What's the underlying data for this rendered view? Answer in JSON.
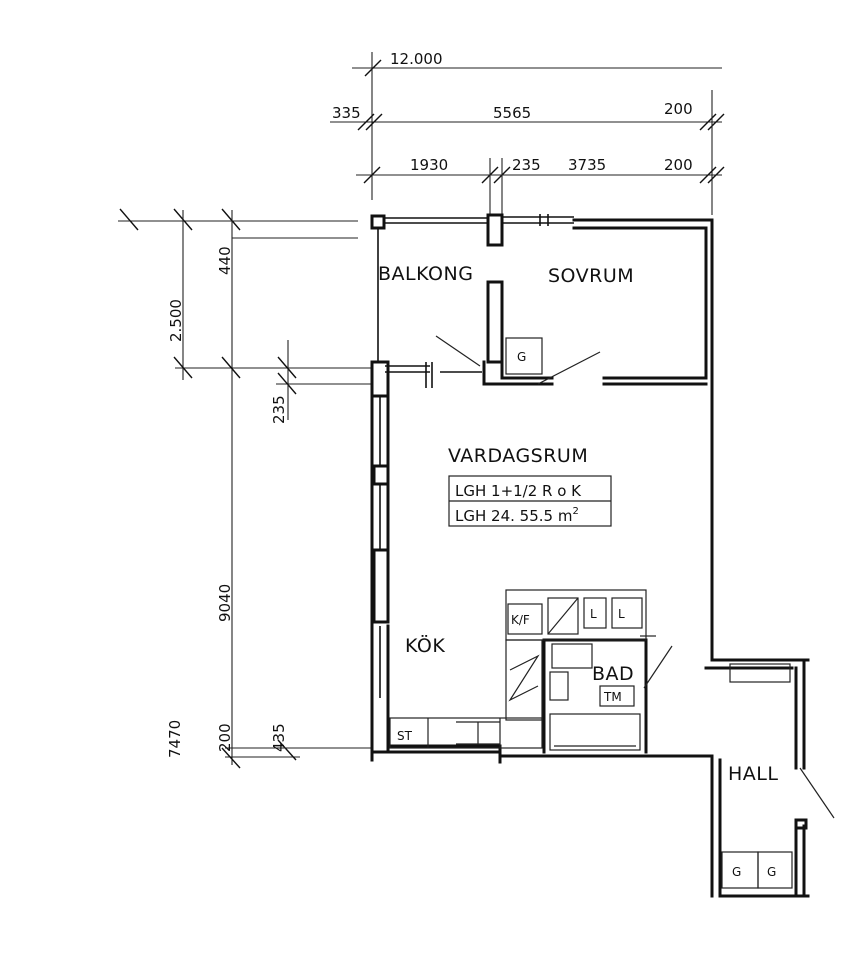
{
  "dimensions": {
    "top_total": "12.000",
    "top_left": "335",
    "top_mid": "5565",
    "top_right": "200",
    "row3_a": "1930",
    "row3_b": "235",
    "row3_c": "3735",
    "row3_d": "200",
    "left_440": "440",
    "left_2500": "2.500",
    "left_235": "235",
    "left_9040": "9040",
    "left_7470": "7470",
    "left_200": "200",
    "left_435": "435"
  },
  "rooms": {
    "balkong": "BALKONG",
    "sovrum": "SOVRUM",
    "vardagsrum": "VARDAGSRUM",
    "kok": "KÖK",
    "bad": "BAD",
    "hall": "HALL"
  },
  "info_box": {
    "line1": "LGH  1+1/2 R o K",
    "line2_prefix": "LGH  24.  55.5 m",
    "line2_sup": "2"
  },
  "fixtures": {
    "g_sovrum": "G",
    "kf": "K/F",
    "l1": "L",
    "l2": "L",
    "tm": "TM",
    "st": "ST",
    "g_hall_1": "G",
    "g_hall_2": "G"
  }
}
